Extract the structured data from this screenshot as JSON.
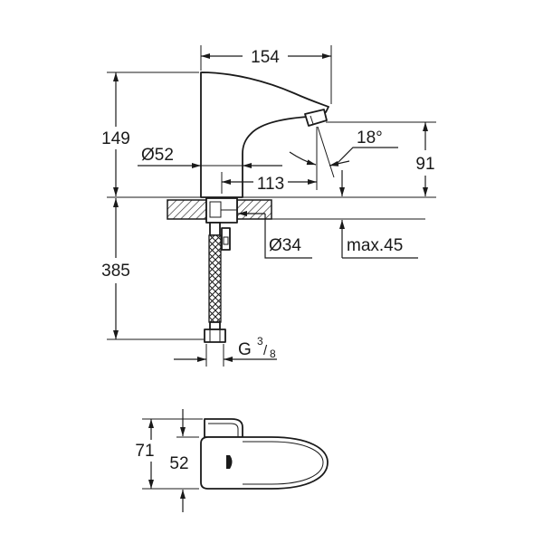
{
  "side_view": {
    "overall_length": "154",
    "overall_height": "149",
    "base_diameter": "Ø52",
    "spray_angle": "18°",
    "outlet_height": "91",
    "outlet_projection": "113",
    "mounting_hole": "Ø34",
    "counter_thickness": "max.45",
    "hose_length": "385",
    "connection_thread": {
      "letter": "G",
      "numerator": "3",
      "slash": "/",
      "denominator": "8"
    }
  },
  "top_view": {
    "overall_depth": "71",
    "body_width": "52"
  },
  "colors": {
    "line": "#1a1a1a",
    "background": "#ffffff"
  }
}
